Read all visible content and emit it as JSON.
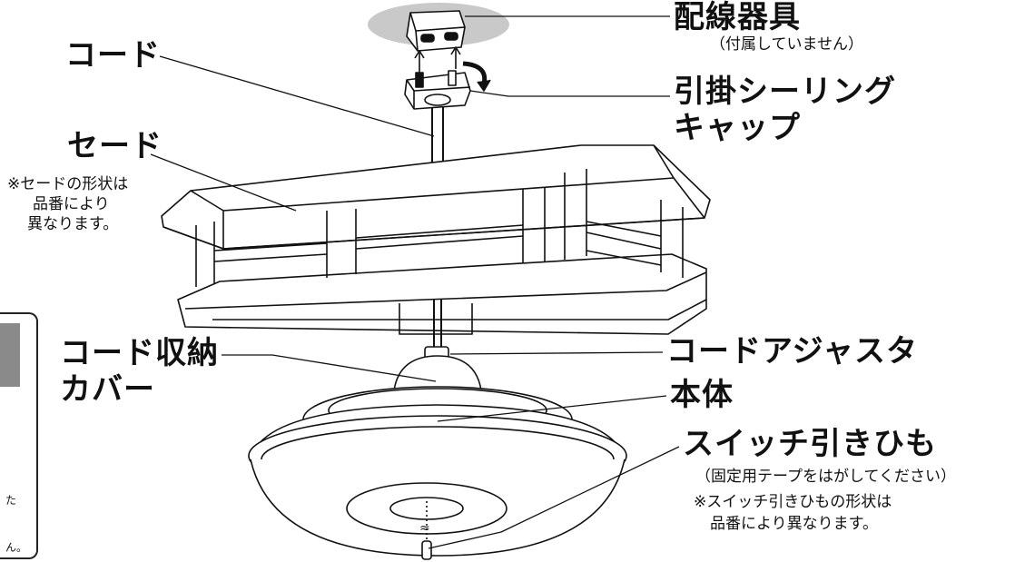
{
  "labels": {
    "haisen_kigu": "配線器具",
    "haisen_note": "（付属していません）",
    "code": "コード",
    "hikikake_line1": "引掛シーリング",
    "hikikake_line2": "キャップ",
    "shade": "セード",
    "shade_note_1": "※セードの形状は",
    "shade_note_2": "品番により",
    "shade_note_3": "異なります。",
    "code_cover_line1": "コード収納",
    "code_cover_line2": "カバー",
    "code_adjuster": "コードアジャスタ",
    "hontai": "本体",
    "switch_cord": "スイッチ引きひも",
    "switch_note_1": "（固定用テープをはがしてください）",
    "switch_note_2": "※スイッチ引きひもの形状は",
    "switch_note_3": "品番により異なります。"
  },
  "side_panel": {
    "text_1": "た",
    "text_2": "ん。"
  },
  "icons": {
    "ceiling": "ceiling-plate-icon",
    "rotate_arrow": "rotate-arrow-icon"
  }
}
